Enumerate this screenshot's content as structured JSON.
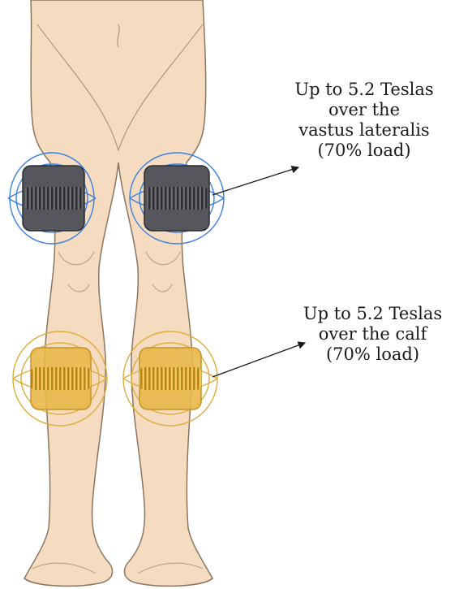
{
  "annotations": {
    "thigh": {
      "lines": [
        "Up to 5.2 Teslas",
        "over the",
        "vastus lateralis",
        "(70% load)"
      ]
    },
    "calf": {
      "lines": [
        "Up to 5.2 Teslas",
        "over the calf",
        "(70% load)"
      ]
    }
  },
  "colors": {
    "skin": "#f5dcc0",
    "skin_outline": "#8a7560",
    "thigh_coil_fill": "#55575c",
    "thigh_field_lines": "#3b7fe0",
    "calf_coil_fill": "#e8b84a",
    "calf_field_lines": "#e0ac3a",
    "text": "#1a1a1a"
  },
  "icons": {
    "thigh_coil": "magnetic-coil-icon",
    "calf_coil": "magnetic-coil-icon",
    "pointer": "arrow-icon"
  }
}
